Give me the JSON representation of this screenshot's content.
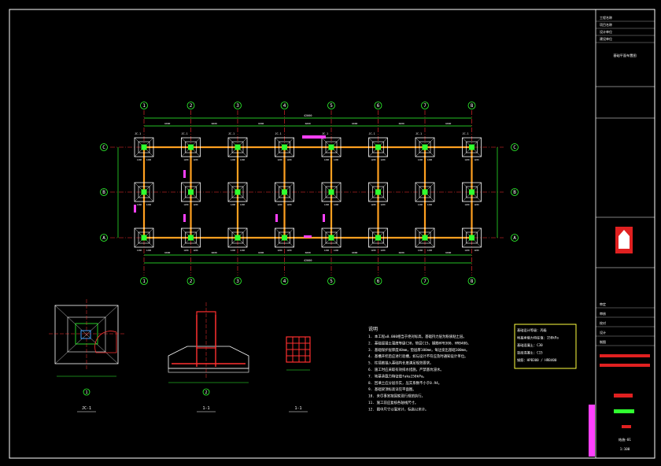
{
  "drawing": {
    "axis_columns": [
      "1",
      "2",
      "3",
      "4",
      "5",
      "6",
      "7",
      "8"
    ],
    "axis_rows": [
      "C",
      "B",
      "A"
    ],
    "overall_dimension": "42000",
    "bay_dimension": "6000",
    "footing_labels": [
      "JC-1",
      "JC-1",
      "JC-1",
      "JC-1",
      "JC-1",
      "JC-1",
      "JC-1",
      "JC-1"
    ],
    "detail_titles": [
      "JC-1",
      "1-1",
      "1-1"
    ],
    "detail_marks": [
      "1",
      "2"
    ],
    "notes_heading": "说明",
    "notes": [
      "1. 本工程±0.000相当于绝对标高，基础持力层为粉质粘土层。",
      "2. 基础混凝土强度等级C30，垫层C15，钢筋HPB300、HRB400。",
      "3. 基础保护层厚度40mm，垫层厚100mm，每边宽出基础100mm。",
      "4. 基槽开挖后应进行验槽，如与设计不符应及时通知设计单位。",
      "5. 柱插筋锚入基础内长度满足规范要求。",
      "6. 施工时应采取有效排水措施，严禁基坑浸水。",
      "7. 地基承载力特征值fak≥150kPa。",
      "8. 回填土应分层夯实，压实系数不小于0.94。",
      "9. 基础梁顶标高详见平面图。",
      "10. 未尽事宜按国家现行规范执行。",
      "11. 施工前应复核各轴线尺寸。",
      "12. 图中尺寸以毫米计，标高以米计。"
    ],
    "callout_text": [
      "基础设计等级：丙级",
      "地基承载力特征值：150kPa",
      "基础混凝土：C30",
      "垫层混凝土：C15",
      "钢筋：HPB300 / HRB400"
    ]
  },
  "title_block": {
    "header_rows": [
      "工程名称",
      "项目名称",
      "设计单位",
      "建设单位"
    ],
    "approval_rows": [
      "审定",
      "审核",
      "校对",
      "设计",
      "制图"
    ],
    "drawing_name": "基础平面布置图",
    "drawing_no": "结施-01",
    "scale": "1:100"
  },
  "colors": {
    "background": "#000000",
    "gridline": "#ff3030",
    "beam": "#ffa020",
    "column": "#30ff30",
    "dimension": "#30ff30",
    "footing": "#ffffff",
    "label": "#ff40ff",
    "border": "#ffffff",
    "logo": "#e02020",
    "callout": "#ffff40"
  }
}
